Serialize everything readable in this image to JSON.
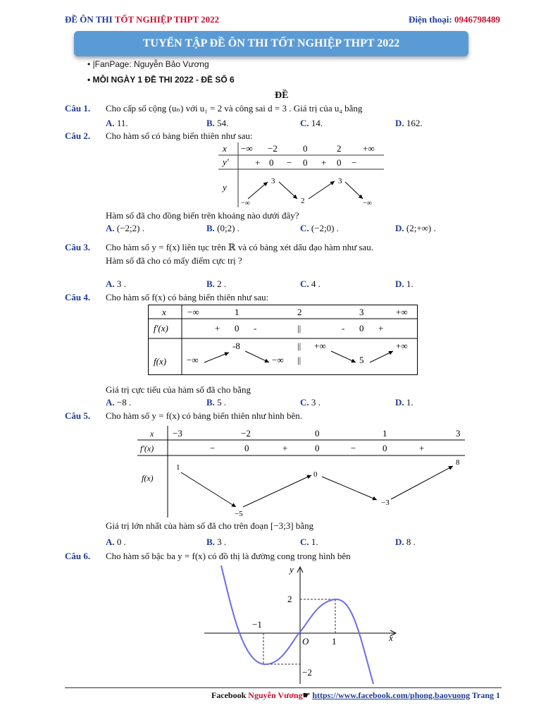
{
  "header": {
    "left_blue": "ĐỀ ÔN THI ",
    "left_red": "TỐT NGHIỆP THPT 2022",
    "right_label": "Điện thoại: ",
    "right_phone": "0946798489"
  },
  "banner": "TUYỂN TẬP ĐỀ ÔN THI TỐT NGHIỆP THPT 2022",
  "bullets": [
    "• |FanPage: Nguyễn Bảo Vương",
    "• MỖI NGÀY 1 ĐỀ THI 2022 - ĐỀ SỐ 6"
  ],
  "section_title": "ĐỀ",
  "q1": {
    "num": "Câu 1.",
    "text": "Cho cấp số cộng (uₙ) với u₁ = 2 và công sai d = 3 . Giá trị của u₄ bằng",
    "options": [
      {
        "l": "A.",
        "v": "11."
      },
      {
        "l": "B.",
        "v": "54."
      },
      {
        "l": "C.",
        "v": "14."
      },
      {
        "l": "D.",
        "v": "162."
      }
    ]
  },
  "q2": {
    "num": "Câu 2.",
    "text": "Cho hàm số có bảng biến thiên như sau:",
    "question": "Hàm số đã cho đồng biến trên khoảng nào dưới đây?",
    "table": {
      "x": [
        "x",
        "−∞",
        "−2",
        "0",
        "2",
        "+∞"
      ],
      "yp": [
        "y'",
        "+",
        "0",
        "−",
        "0",
        "+",
        "0",
        "−"
      ],
      "y": [
        "y",
        "−∞",
        "3",
        "2",
        "3",
        "−∞"
      ]
    },
    "options": [
      {
        "l": "A.",
        "v": "(−2;2) ."
      },
      {
        "l": "B.",
        "v": "(0;2) ."
      },
      {
        "l": "C.",
        "v": "(−2;0) ."
      },
      {
        "l": "D.",
        "v": "(2;+∞) ."
      }
    ]
  },
  "q3": {
    "num": "Câu 3.",
    "text": "Cho hàm số y = f(x) liên tục trên ℝ và có bảng xét dấu đạo hàm như sau.",
    "text2": "Hàm số đã cho có mấy điểm cực trị ?",
    "options": [
      {
        "l": "A.",
        "v": "3 ."
      },
      {
        "l": "B.",
        "v": "2 ."
      },
      {
        "l": "C.",
        "v": "4 ."
      },
      {
        "l": "D.",
        "v": "1."
      }
    ]
  },
  "q4": {
    "num": "Câu 4.",
    "text": "Cho hàm số f(x) có bảng biến thiên như sau:",
    "question": "Giá trị cực tiểu của hàm số đã cho bằng",
    "table": {
      "x": [
        "x",
        "−∞",
        "1",
        "2",
        "3",
        "+∞"
      ],
      "fp": [
        "f'(x)",
        "+",
        "0",
        "-",
        "||",
        "-",
        "0",
        "+"
      ],
      "f": [
        "f(x)",
        "-8",
        "||",
        "+∞",
        "+∞",
        "−∞",
        "−∞",
        "||",
        "5"
      ]
    },
    "options": [
      {
        "l": "A.",
        "v": "−8 ."
      },
      {
        "l": "B.",
        "v": "5 ."
      },
      {
        "l": "C.",
        "v": "3 ."
      },
      {
        "l": "D.",
        "v": "1."
      }
    ]
  },
  "q5": {
    "num": "Câu 5.",
    "text": "Cho hàm số y = f(x) có bảng biến thiên như hình bên.",
    "question": "Giá trị lớn nhất của hàm số đã cho trên đoạn [−3;3] bằng",
    "table": {
      "x": [
        "x",
        "−3",
        "−2",
        "0",
        "1",
        "3"
      ],
      "fp": [
        "f'(x)",
        "−",
        "0",
        "+",
        "0",
        "−",
        "0",
        "+"
      ],
      "f": [
        "f(x)",
        "1",
        "−5",
        "0",
        "−3",
        "8"
      ]
    },
    "options": [
      {
        "l": "A.",
        "v": "0 ."
      },
      {
        "l": "B.",
        "v": "3 ."
      },
      {
        "l": "C.",
        "v": "1."
      },
      {
        "l": "D.",
        "v": "8 ."
      }
    ]
  },
  "q6": {
    "num": "Câu 6.",
    "text": "Cho hàm số bậc ba y = f(x) có đồ thị là đường cong trong hình bên",
    "graph": {
      "y": "y",
      "x": "x",
      "o": "O",
      "ticks": [
        "2",
        "−1",
        "1",
        "−2"
      ]
    }
  },
  "footer": {
    "fb": "Facebook ",
    "name": "Nguyễn Vương",
    "arrow": "☛ ",
    "url": "https://www.facebook.com/phong.baovuong",
    "page": " Trang 1"
  },
  "colors": {
    "blue": "#1f3a93",
    "red": "#c8102e",
    "banner": "#5b9bd5",
    "curve": "#6b6bf0"
  }
}
